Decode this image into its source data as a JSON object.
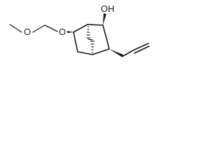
{
  "molecule": {
    "labels": {
      "hydroxyl": "OH",
      "ether_oxygen": "O",
      "methoxy_oxygen": "O"
    }
  }
}
